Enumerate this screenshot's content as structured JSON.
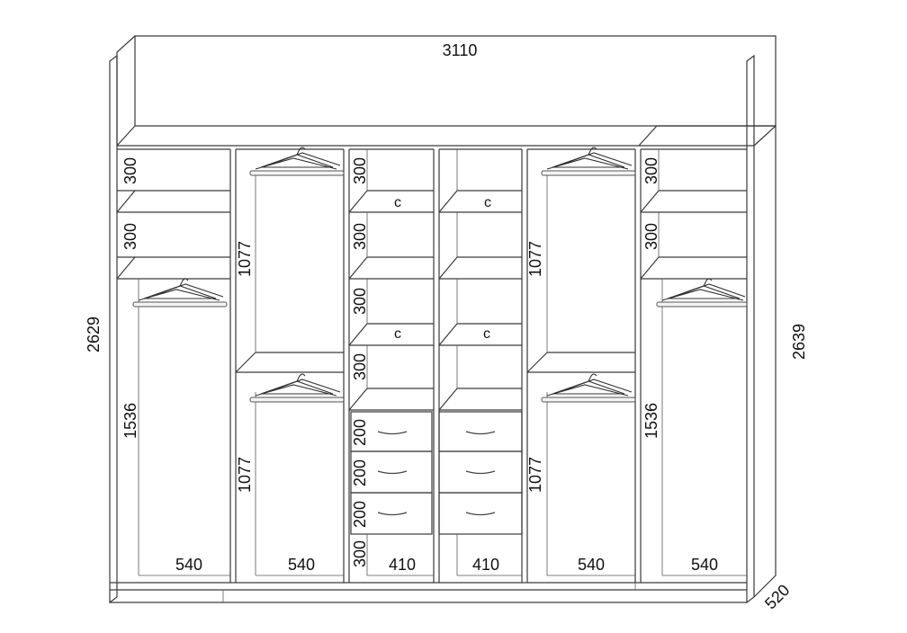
{
  "dimensions": {
    "overall_width": "3110",
    "left_height": "2629",
    "right_height": "2639",
    "depth": "520"
  },
  "sections": {
    "left": {
      "shelf_1": "300",
      "shelf_2": "300",
      "hanging": "1536",
      "width": "540"
    },
    "inner_left": {
      "hanging_top": "1077",
      "hanging_bottom": "1077",
      "width": "540"
    },
    "center_left": {
      "shelf_1": "300",
      "shelf_2": "300",
      "shelf_3": "300",
      "shelf_4": "300",
      "drawer_1": "200",
      "drawer_2": "200",
      "drawer_3": "200",
      "plinth": "300",
      "width": "410",
      "mark_1": "c",
      "mark_2": "c"
    },
    "center_right": {
      "width": "410",
      "mark_1": "c",
      "mark_2": "c"
    },
    "inner_right": {
      "hanging_top": "1077",
      "hanging_bottom": "1077",
      "width": "540"
    },
    "right": {
      "shelf_1": "300",
      "shelf_2": "300",
      "hanging": "1536",
      "width": "540"
    }
  },
  "colors": {
    "line": "#3a3a3a",
    "background": "#ffffff"
  }
}
